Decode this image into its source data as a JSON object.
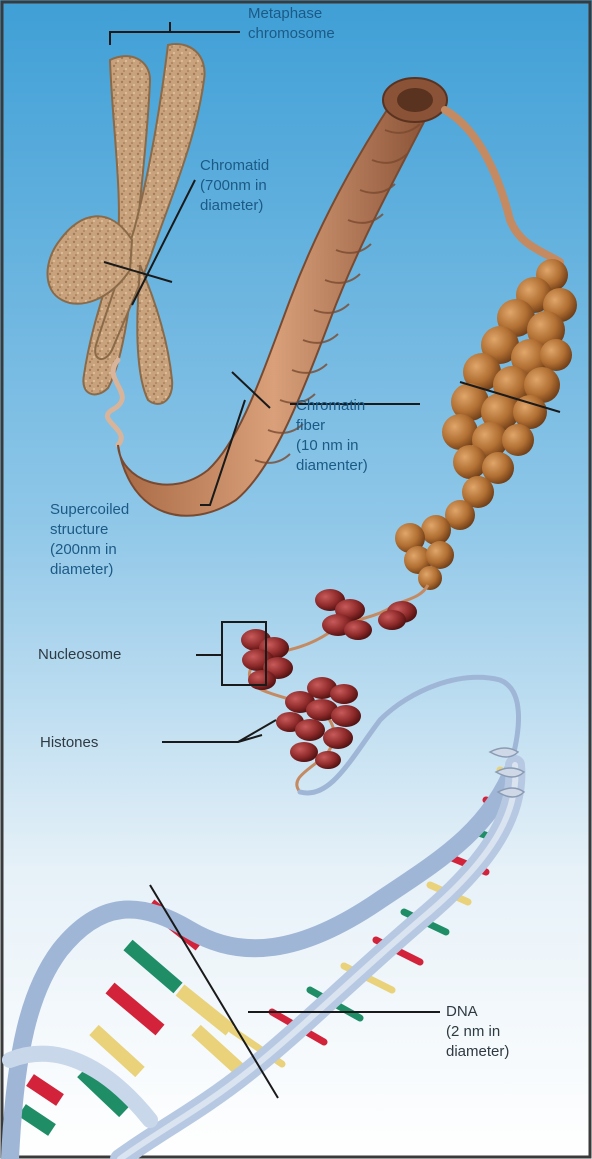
{
  "diagram": {
    "labels": {
      "metaphase_chromosome": "Metaphase\nchromosome",
      "chromatid": "Chromatid\n(700nm in\ndiameter)",
      "chromatin_fiber": "Chromatin\nfiber\n(10 nm in\ndiamenter)",
      "supercoiled_structure": "Supercoiled\nstructure\n(200nm in\ndiameter)",
      "nucleosome": "Nucleosome",
      "histones": "Histones",
      "dna": "DNA\n(2 nm in\ndiameter)"
    },
    "colors": {
      "background_top": "#3f9fd6",
      "background_bottom": "#ffffff",
      "chromosome": "#c8a27c",
      "coil": "#c48a62",
      "chromatin_bead": "#b06e32",
      "histone": "#8e2a2a",
      "dna_backbone": "#9fb6d6",
      "base_red": "#d2233b",
      "base_green": "#1f8d66",
      "base_yellow": "#e9d27a",
      "label_text": "#1c5a86",
      "leader_line": "#1a1a1a"
    }
  }
}
